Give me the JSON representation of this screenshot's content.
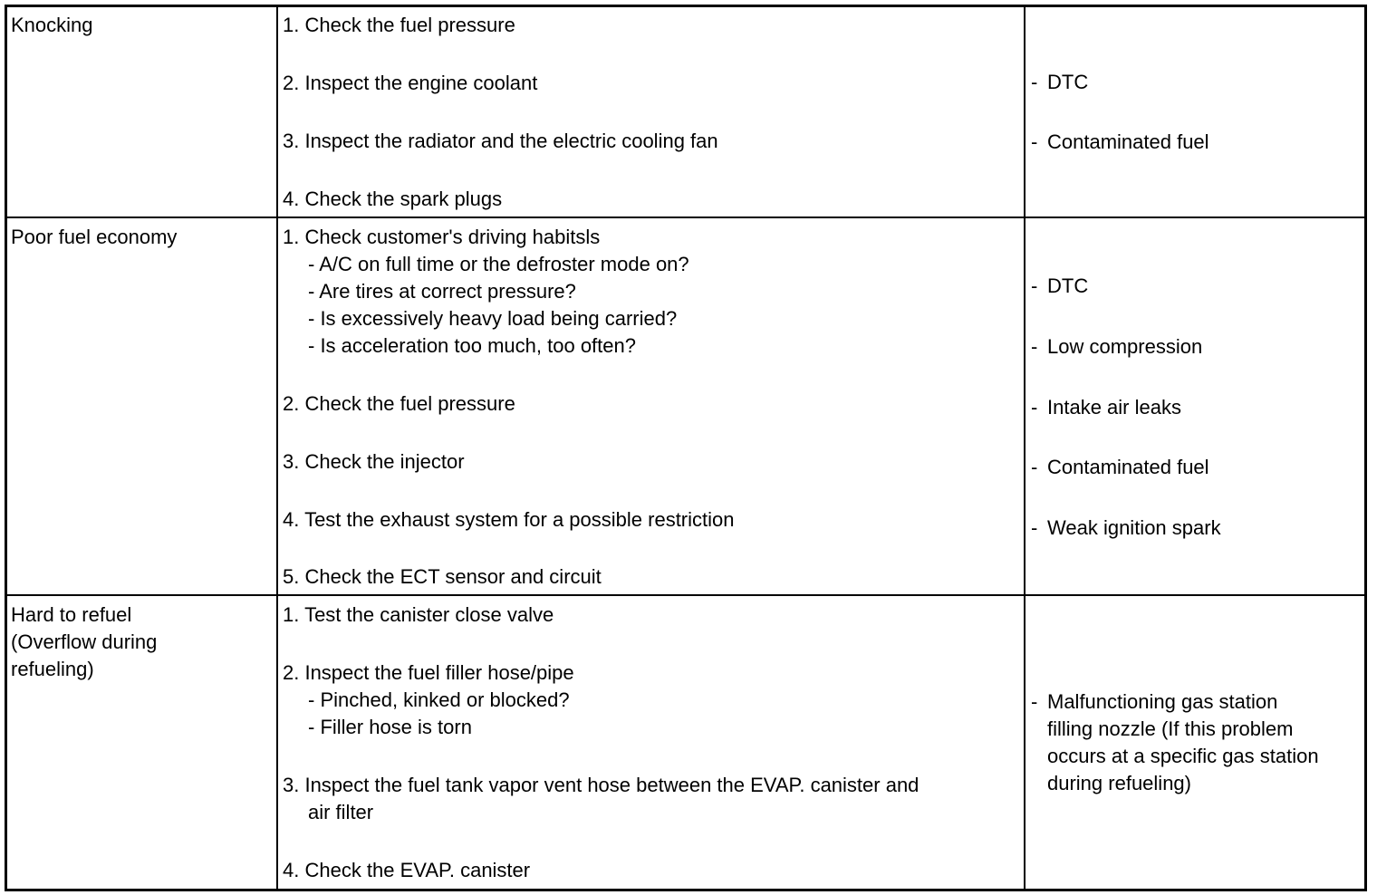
{
  "rows": [
    {
      "symptom": [
        "Knocking"
      ],
      "checks": [
        "1. Check the fuel pressure",
        "2. Inspect the engine coolant",
        "3. Inspect the radiator and the electric cooling fan",
        "4. Check the spark plugs"
      ],
      "causes": [
        "DTC",
        "Contaminated fuel"
      ]
    },
    {
      "symptom": [
        "Poor fuel economy"
      ],
      "checks": [
        "1. Check customer's driving habitsls",
        "- A/C on full time or the defroster mode on?",
        "- Are tires at correct pressure?",
        "- Is excessively heavy load being carried?",
        "- Is acceleration too much, too often?",
        "2. Check the fuel pressure",
        "3. Check the injector",
        "4. Test the exhaust system for a possible restriction",
        "5. Check the ECT sensor and circuit"
      ],
      "causes": [
        "DTC",
        "Low compression",
        "Intake air leaks",
        "Contaminated fuel",
        "Weak ignition spark"
      ]
    },
    {
      "symptom": [
        "Hard to refuel",
        "(Overflow during",
        "refueling)"
      ],
      "checks": [
        "1. Test the canister close valve",
        "2. Inspect the fuel filler hose/pipe",
        "- Pinched, kinked or blocked?",
        "- Filler hose is torn",
        "3. Inspect the fuel tank vapor vent hose between the EVAP. canister and",
        "air filter",
        "4. Check the EVAP. canister"
      ],
      "causes": [
        "Malfunctioning gas station",
        "filling nozzle (If this problem",
        "occurs at a specific gas station",
        "during refueling)"
      ]
    }
  ],
  "bullet": "-"
}
